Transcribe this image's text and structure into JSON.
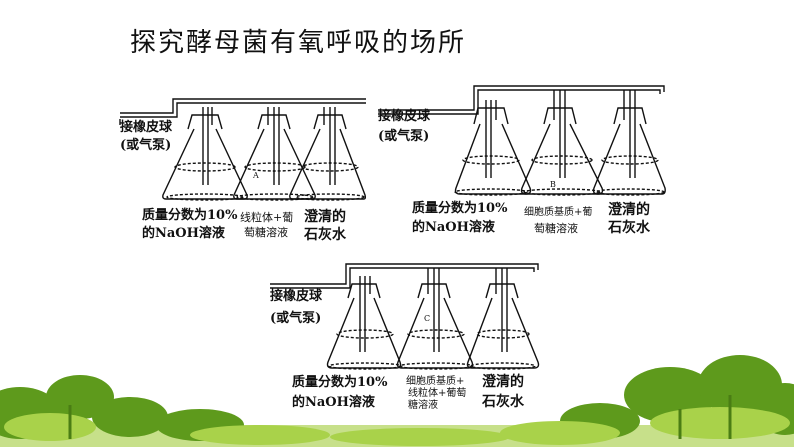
{
  "title": "探究酵母菌有氧呼吸的场所",
  "labels": {
    "bulb_line1": "接橡皮球",
    "bulb_line2": "(或气泵)",
    "naoh_line1": "质量分数为10%",
    "naoh_line2": "的NaOH溶液",
    "lime_line1": "澄清的",
    "lime_line2": "石灰水"
  },
  "panels": [
    {
      "flask_mark": "A",
      "solution_line1": "线粒体+葡",
      "solution_line2": "萄糖溶液",
      "solution_line3": ""
    },
    {
      "flask_mark": "B",
      "solution_line1": "细胞质基质+葡",
      "solution_line2": "萄糖溶液",
      "solution_line3": ""
    },
    {
      "flask_mark": "C",
      "solution_line1": "细胞质基质+",
      "solution_line2": "线粒体+葡萄",
      "solution_line3": "糖溶液"
    }
  ],
  "colors": {
    "foliage_dark": "#5e9a1c",
    "foliage_light": "#a9d24a",
    "ground": "#c7e08a"
  }
}
